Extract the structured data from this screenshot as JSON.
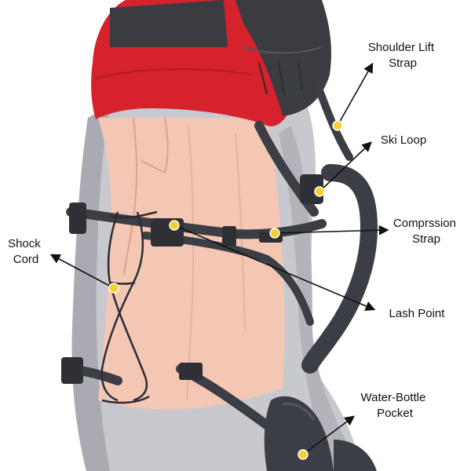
{
  "labels": {
    "shoulder_lift_strap": [
      "Shoulder Lift",
      "Strap"
    ],
    "ski_loop": "Ski Loop",
    "compression_strap": [
      "Comprssion",
      "Strap"
    ],
    "shock_cord": [
      "Shock",
      "Cord"
    ],
    "lash_point": "Lash Point",
    "water_bottle_pocket": [
      "Water-Bottle",
      "Pocket"
    ]
  },
  "colors": {
    "pack_body": "#c8c9cf",
    "pack_shadow": "#a9aab2",
    "back_panel": "#f4c6b4",
    "lid_red": "#d5222c",
    "lid_dark": "#3a3c42",
    "strap": "#3c3e45",
    "marker": "#f2d22e",
    "arrow": "#111111"
  }
}
